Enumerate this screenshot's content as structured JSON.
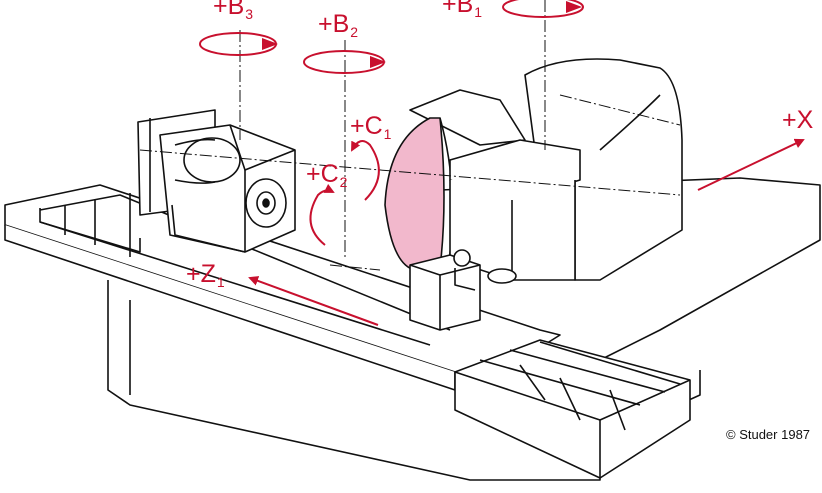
{
  "axes": [
    {
      "id": "b3",
      "sign": "+",
      "letter": "B",
      "index": "3"
    },
    {
      "id": "b2",
      "sign": "+",
      "letter": "B",
      "index": "2"
    },
    {
      "id": "b1",
      "sign": "+",
      "letter": "B",
      "index": "1"
    },
    {
      "id": "c1",
      "sign": "+",
      "letter": "C",
      "index": "1"
    },
    {
      "id": "c2",
      "sign": "+",
      "letter": "C",
      "index": "2"
    },
    {
      "id": "z1",
      "sign": "+",
      "letter": "Z",
      "index": "1"
    },
    {
      "id": "x",
      "sign": "+",
      "letter": "X",
      "index": ""
    }
  ],
  "copyright": "©  Studer 1987",
  "colors": {
    "accent": "#c8102e",
    "wheel": "#f2b8cc",
    "line": "#111111"
  }
}
